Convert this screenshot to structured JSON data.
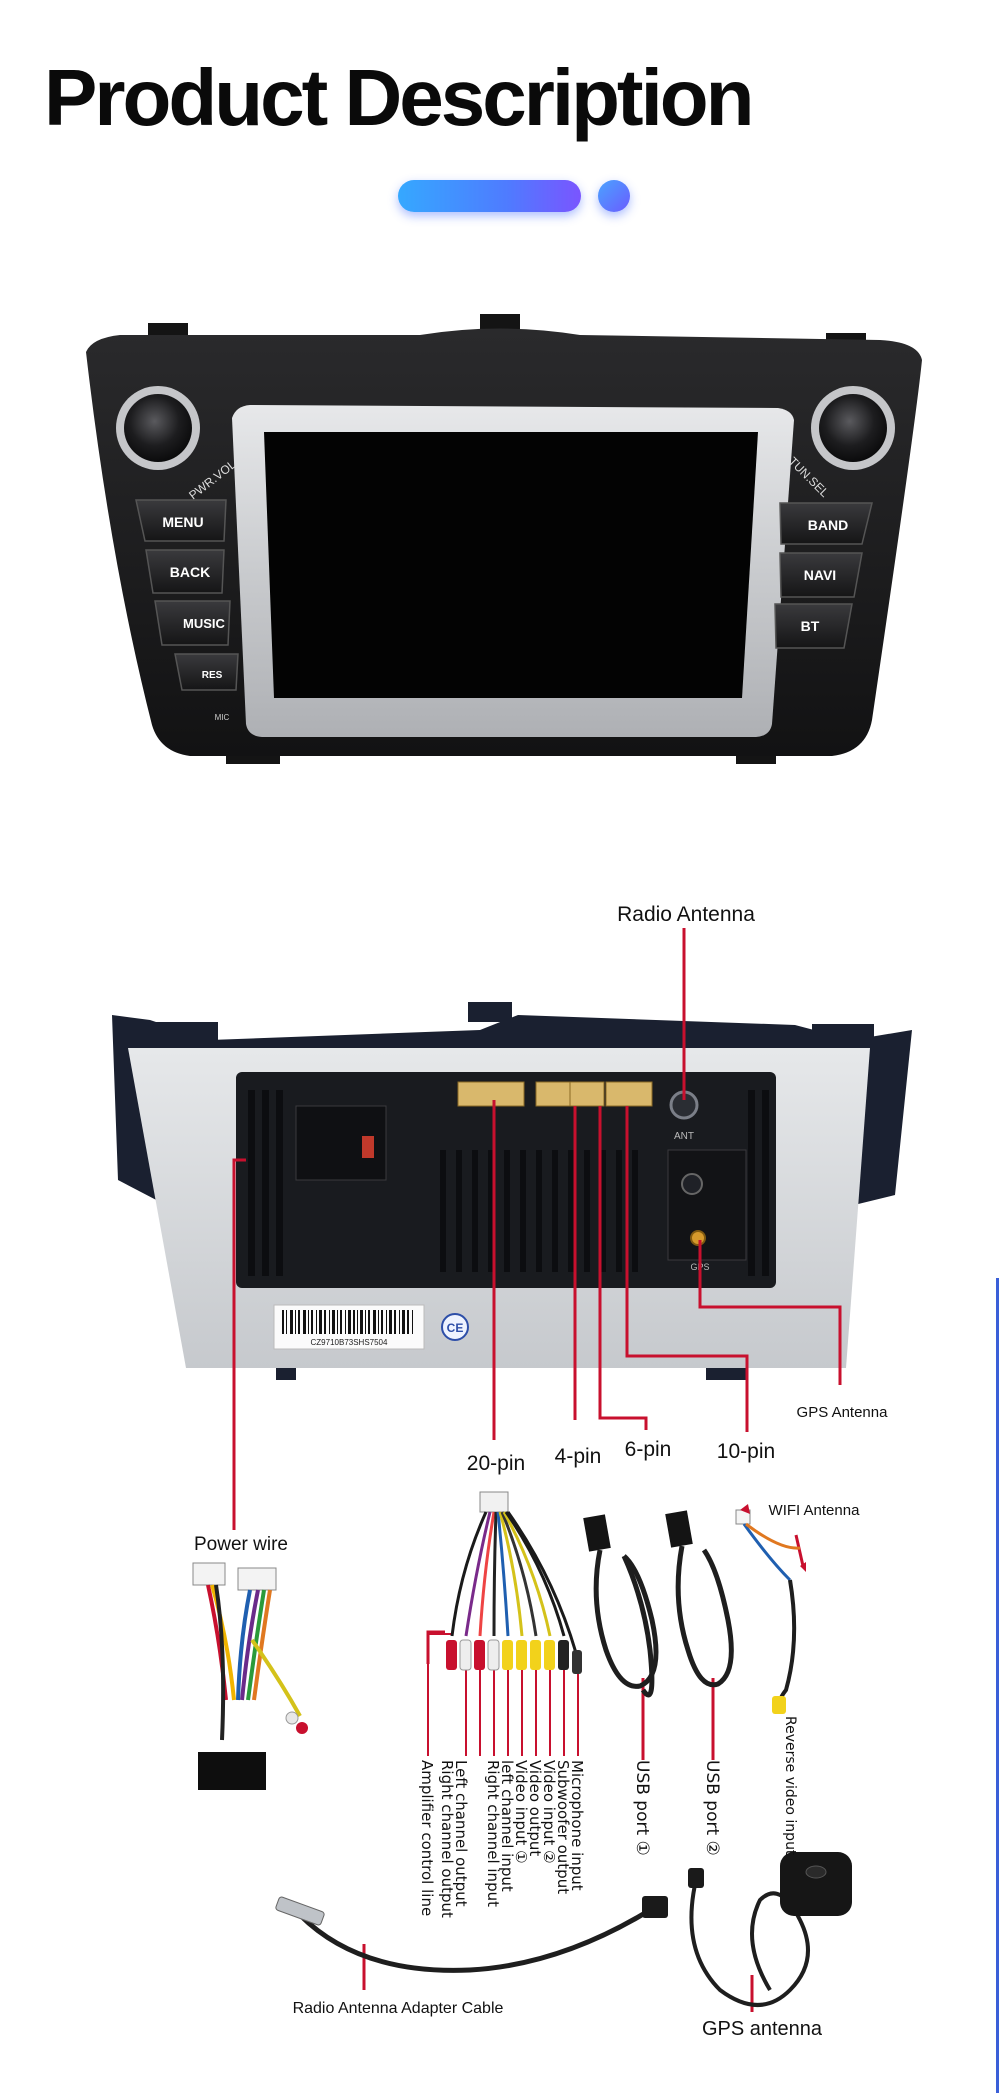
{
  "page": {
    "title": "Product Description",
    "accent_color": "#4f7bff"
  },
  "front_panel": {
    "left_knob_label": "PWR.VOL",
    "right_knob_label": "TUN.SEL",
    "left_buttons": [
      "MENU",
      "BACK",
      "MUSIC",
      "RES"
    ],
    "right_buttons": [
      "BAND",
      "NAVI",
      "BT"
    ],
    "mic_label": "MIC"
  },
  "rear_panel": {
    "ant_label": "ANT",
    "gps_label": "GPS",
    "ce_mark": "CE",
    "barcode_text": "CZ9710B73SHS7504"
  },
  "callouts": {
    "radio_antenna": "Radio Antenna",
    "gps_antenna_port": "GPS Antenna",
    "pin20": "20-pin",
    "pin4": "4-pin",
    "pin6": "6-pin",
    "pin10": "10-pin",
    "power_wire": "Power wire",
    "wifi_antenna": "WIFI Antenna",
    "reverse_video": "Reverse video input",
    "usb1": "USB port ①",
    "usb2": "USB port ②",
    "radio_adapter": "Radio Antenna Adapter Cable",
    "gps_antenna": "GPS antenna"
  },
  "cable_labels": [
    "Microphone input",
    "Subwoofer output",
    "Video input ②",
    "Video output",
    "Video input ①",
    "left channel input",
    "Right channel input",
    "Left channel output",
    "Right channel output",
    "Amplifier control line"
  ]
}
